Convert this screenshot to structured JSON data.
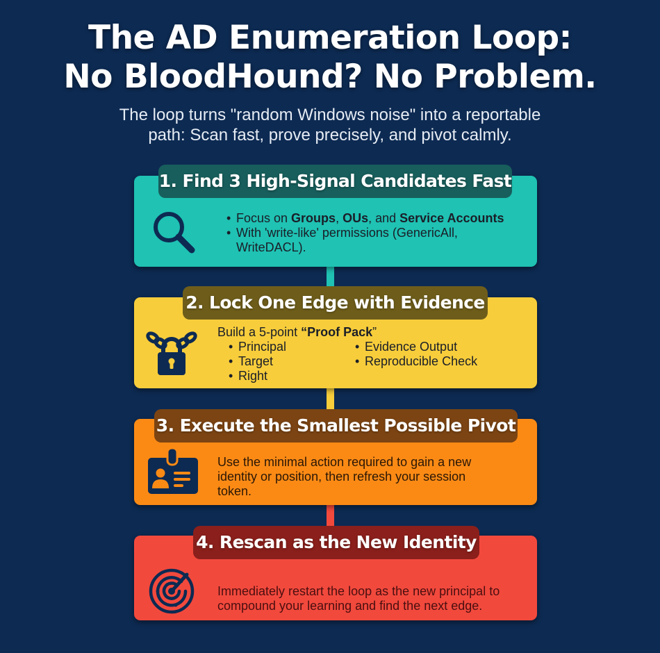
{
  "header": {
    "title_line1": "The AD Enumeration Loop:",
    "title_line2": "No BloodHound? No Problem.",
    "subtitle_line1": "The loop turns \"random Windows noise\" into a reportable",
    "subtitle_line2": "path: Scan fast, prove precisely, and pivot calmly."
  },
  "colors": {
    "background": "#0d2a52",
    "step1": "#1fc2b3",
    "step2": "#f7cd3b",
    "step3": "#fb8a15",
    "step4": "#f2493d",
    "icon": "#0d2a52"
  },
  "steps": [
    {
      "title": "1. Find 3 High-Signal Candidates Fast",
      "icon": "magnifying-glass-icon",
      "bullets": [
        {
          "pre": "Focus on ",
          "b1": "Groups",
          "mid1": ", ",
          "b2": "OUs",
          "mid2": ", and ",
          "b3": "Service Accounts"
        },
        {
          "text_line1": "With 'write-like' permissions (GenericAll,",
          "text_line2": "WriteDACL)."
        }
      ]
    },
    {
      "title": "2. Lock One Edge with Evidence",
      "icon": "padlock-chain-icon",
      "intro_pre": "Build a 5-point ",
      "intro_bold": "“Proof Pack",
      "intro_post": "”",
      "left_items": [
        "Principal",
        "Target",
        "Right"
      ],
      "right_items": [
        "Evidence Output",
        "Reproducible Check"
      ]
    },
    {
      "title": "3. Execute the Smallest Possible Pivot",
      "icon": "id-badge-icon",
      "lines": [
        "Use the minimal action required to gain a new",
        "identity or position, then refresh your session",
        "token."
      ]
    },
    {
      "title": "4. Rescan as the New Identity",
      "icon": "radar-target-icon",
      "lines": [
        "Immediately restart the loop as the new principal to",
        "compound your learning and find the next edge."
      ]
    }
  ]
}
